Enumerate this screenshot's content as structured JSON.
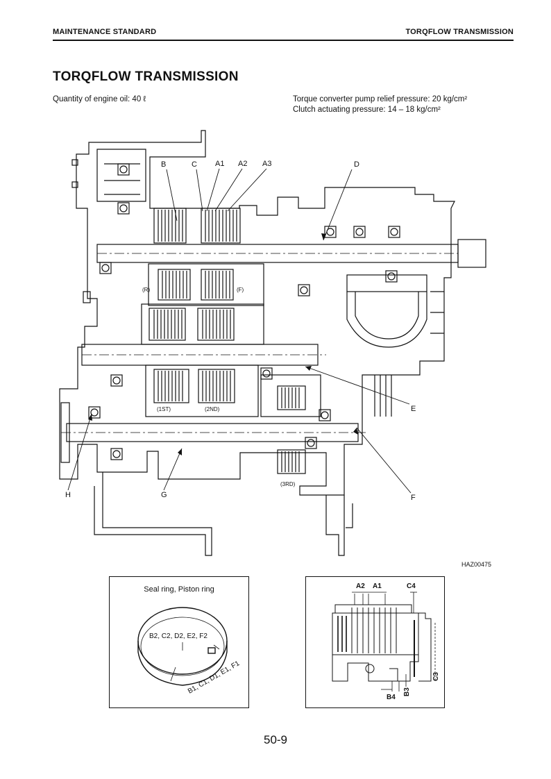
{
  "header": {
    "left": "MAINTENANCE STANDARD",
    "right": "TORQFLOW TRANSMISSION"
  },
  "title": "TORQFLOW TRANSMISSION",
  "specs": {
    "engine_oil": "Quantity of engine oil:  40 ℓ",
    "relief_pressure": "Torque converter pump relief pressure:  20 kg/cm²",
    "clutch_pressure": "Clutch actuating pressure:  14 – 18 kg/cm²"
  },
  "diagram": {
    "callouts": {
      "B": "B",
      "C": "C",
      "A1": "A1",
      "A2": "A2",
      "A3": "A3",
      "D": "D",
      "E": "E",
      "F": "F",
      "G": "G",
      "H": "H"
    },
    "labels": {
      "r": "(R)",
      "f": "(F)",
      "first": "(1ST)",
      "second": "(2ND)",
      "third": "(3RD)"
    },
    "reference": "HAZ00475"
  },
  "detail_seal": {
    "title": "Seal ring, Piston ring",
    "inner_label": "B2, C2, D2, E2, F2",
    "outer_label": "B1, C1, D1, E1, F1"
  },
  "detail_clutch": {
    "labels": {
      "a2": "A2",
      "a1": "A1",
      "c4": "C4",
      "c3": "C3",
      "b3": "B3",
      "b4": "B4"
    }
  },
  "page_number": "50-9"
}
